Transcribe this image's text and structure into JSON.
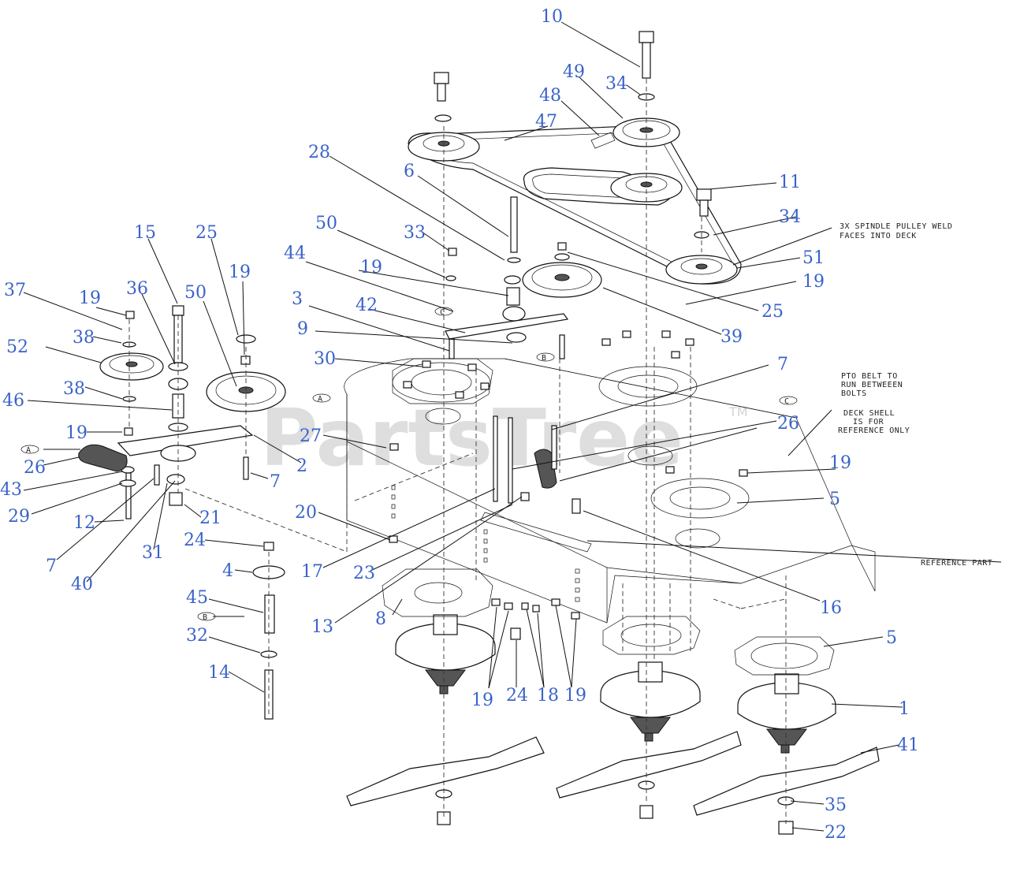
{
  "watermark": "PartsTree",
  "watermark_tm": "TM",
  "notes": {
    "spindle_pulley_line1": "3X SPINDLE PULLEY WELD",
    "spindle_pulley_line2": "FACES INTO DECK",
    "pto_line1": "PTO BELT TO",
    "pto_line2": "RUN BETWEEEN",
    "pto_line3": "BOLTS",
    "deck_line1": "DECK SHELL",
    "deck_line2": "IS FOR",
    "deck_line3": "REFERENCE ONLY",
    "reference_part": "REFERENCE PART"
  },
  "ref_letters": {
    "a": "A",
    "b": "B",
    "c": "C"
  },
  "callouts": [
    "10",
    "49",
    "34",
    "48",
    "47",
    "28",
    "6",
    "11",
    "34",
    "51",
    "19",
    "25",
    "50",
    "33",
    "19",
    "44",
    "42",
    "3",
    "9",
    "39",
    "30",
    "15",
    "25",
    "19",
    "36",
    "50",
    "37",
    "19",
    "38",
    "52",
    "38",
    "46",
    "19",
    "26",
    "43",
    "29",
    "12",
    "2",
    "7",
    "21",
    "27",
    "20",
    "17",
    "7",
    "40",
    "31",
    "24",
    "4",
    "45",
    "32",
    "14",
    "23",
    "13",
    "8",
    "19",
    "24",
    "18",
    "19",
    "7",
    "26",
    "19",
    "5",
    "16",
    "5",
    "1",
    "41",
    "35",
    "22"
  ]
}
